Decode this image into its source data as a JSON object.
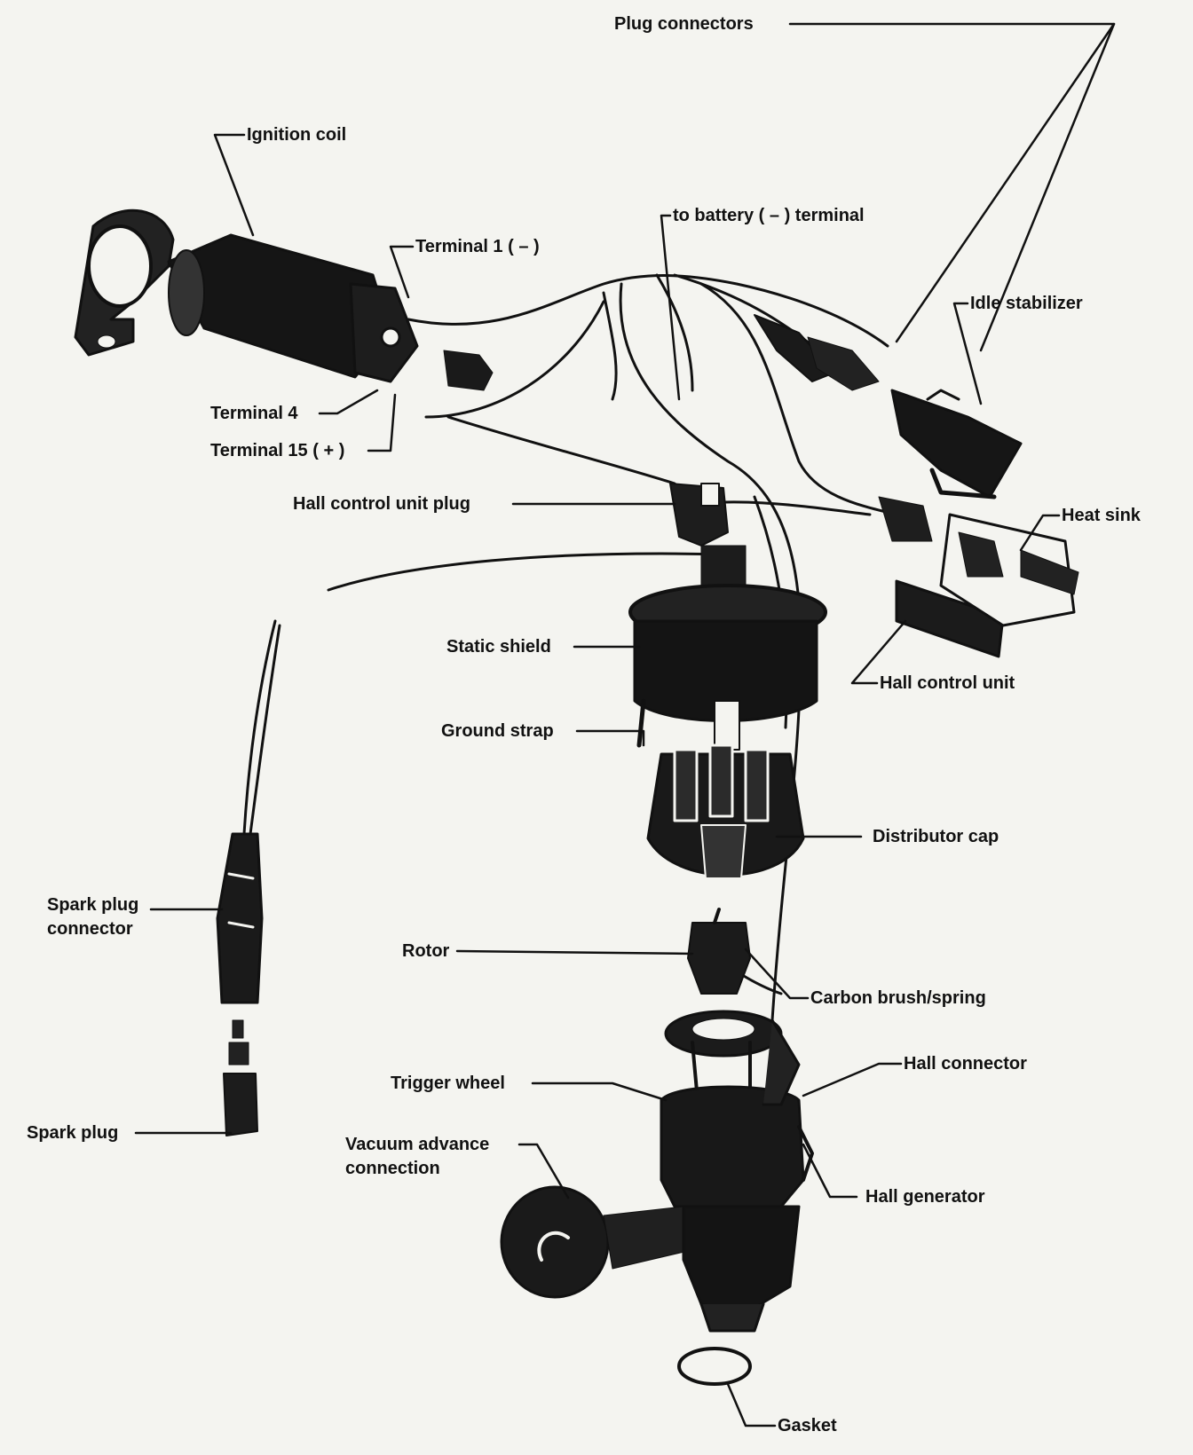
{
  "labels": {
    "plug_connectors": "Plug connectors",
    "ignition_coil": "Ignition coil",
    "to_battery": "to battery ( – ) terminal",
    "terminal_1": "Terminal 1 ( – )",
    "idle_stabilizer": "Idle stabilizer",
    "terminal_4": "Terminal 4",
    "terminal_15": "Terminal 15 ( + )",
    "hall_control_unit_plug": "Hall control unit plug",
    "heat_sink": "Heat sink",
    "static_shield": "Static shield",
    "hall_control_unit": "Hall control unit",
    "ground_strap": "Ground strap",
    "distributor_cap": "Distributor cap",
    "spark_plug_connector_1": "Spark plug",
    "spark_plug_connector_2": "connector",
    "rotor": "Rotor",
    "carbon_brush": "Carbon brush/spring",
    "hall_connector": "Hall connector",
    "trigger_wheel": "Trigger wheel",
    "spark_plug": "Spark plug",
    "vacuum_advance_1": "Vacuum advance",
    "vacuum_advance_2": "connection",
    "hall_generator": "Hall generator",
    "gasket": "Gasket"
  }
}
